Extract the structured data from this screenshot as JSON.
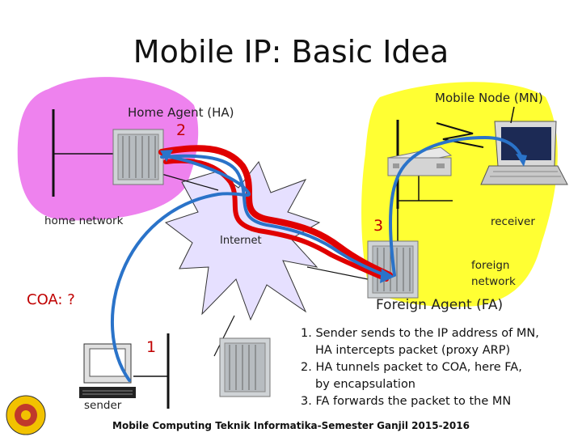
{
  "title": "Mobile IP: Basic Idea",
  "labels": {
    "home_agent": "Home Agent (HA)",
    "mobile_node": "Mobile Node (MN)",
    "home_network": "home network",
    "internet": "Internet",
    "receiver": "receiver",
    "foreign_network_line1": "foreign",
    "foreign_network_line2": "network",
    "coa": "COA: ?",
    "foreign_agent": "Foreign Agent (FA)",
    "sender": "sender"
  },
  "step_numbers": {
    "one": "1",
    "two": "2",
    "three": "3"
  },
  "steps": [
    "1. Sender sends to the IP address of MN,",
    "HA intercepts packet (proxy ARP)",
    "2. HA tunnels packet to COA, here FA,",
    "by encapsulation",
    "3. FA forwards the packet to the MN"
  ],
  "footer": "Mobile Computing Teknik Informatika-Semester Ganjil 2015-2016",
  "colors": {
    "home_network": "#ee82ee",
    "foreign_network": "#ffff33",
    "internet_cloud": "#e6e0ff",
    "tunnel_red": "#e00000",
    "path_blue": "#2a73c9",
    "step_number": "#c00000"
  },
  "icons": [
    "router-icon",
    "laptop-icon",
    "desktop-computer-icon",
    "university-logo-icon"
  ]
}
